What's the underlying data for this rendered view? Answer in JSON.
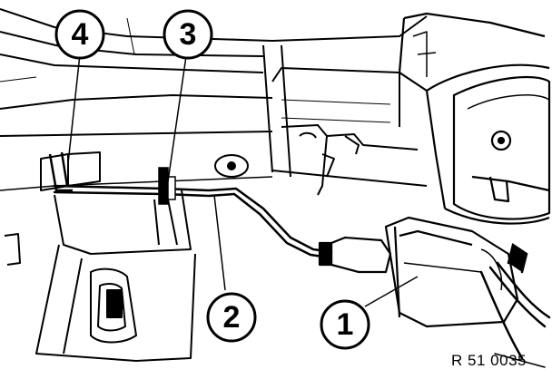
{
  "callouts": [
    {
      "id": "1",
      "label": "1"
    },
    {
      "id": "2",
      "label": "2"
    },
    {
      "id": "3",
      "label": "3"
    },
    {
      "id": "4",
      "label": "4"
    }
  ],
  "figure_code": "R 51 0035"
}
